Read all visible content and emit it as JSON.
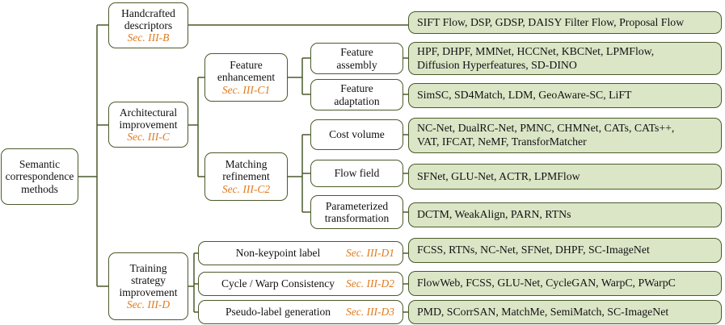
{
  "root": {
    "lines": [
      "Semantic",
      "correspondence",
      "methods"
    ]
  },
  "branches": {
    "handcrafted": {
      "lines": [
        "Handcrafted",
        "descriptors"
      ],
      "section": "Sec. III-B"
    },
    "architectural": {
      "lines": [
        "Architectural",
        "improvement"
      ],
      "section": "Sec. III-C"
    },
    "training": {
      "lines": [
        "Training",
        "strategy",
        "improvement"
      ],
      "section": "Sec. III-D"
    }
  },
  "sub": {
    "enhancement": {
      "lines": [
        "Feature",
        "enhancement"
      ],
      "section": "Sec. III-C1"
    },
    "matching": {
      "lines": [
        "Matching",
        "refinement"
      ],
      "section": "Sec. III-C2"
    },
    "assembly": {
      "lines": [
        "Feature",
        "assembly"
      ]
    },
    "adaptation": {
      "lines": [
        "Feature",
        "adaptation"
      ]
    },
    "cost": {
      "lines": [
        "Cost volume"
      ]
    },
    "flow": {
      "lines": [
        "Flow field"
      ]
    },
    "param": {
      "lines": [
        "Parameterized",
        "transformation"
      ]
    },
    "nonkey": {
      "label": "Non-keypoint label",
      "section": "Sec. III-D1"
    },
    "cycle": {
      "label": "Cycle / Warp Consistency",
      "section": "Sec. III-D2"
    },
    "pseudo": {
      "label": "Pseudo-label generation",
      "section": "Sec. III-D3"
    }
  },
  "methods": {
    "handcrafted": [
      "SIFT Flow, DSP, GDSP, DAISY Filter Flow, Proposal Flow"
    ],
    "assembly": [
      "HPF, DHPF, MMNet, HCCNet, KBCNet, LPMFlow,",
      "Diffusion Hyperfeatures, SD-DINO"
    ],
    "adaptation": [
      "SimSC, SD4Match, LDM, GeoAware-SC, LiFT"
    ],
    "cost": [
      "NC-Net, DualRC-Net, PMNC, CHMNet, CATs, CATs++,",
      "VAT, IFCAT, NeMF, TransforMatcher"
    ],
    "flow": [
      "SFNet, GLU-Net, ACTR, LPMFlow"
    ],
    "param": [
      "DCTM, WeakAlign, PARN, RTNs"
    ],
    "nonkey": [
      "FCSS, RTNs, NC-Net, SFNet, DHPF, SC-ImageNet"
    ],
    "cycle": [
      "FlowWeb, FCSS, GLU-Net, CycleGAN, WarpC, PWarpC"
    ],
    "pseudo": [
      "PMD, SCorrSAN, MatchMe, SemiMatch, SC-ImageNet"
    ]
  },
  "colors": {
    "line": "#4a5a2a",
    "leaf_fill": "#dbe6c7",
    "section_text": "#e07b1f"
  }
}
